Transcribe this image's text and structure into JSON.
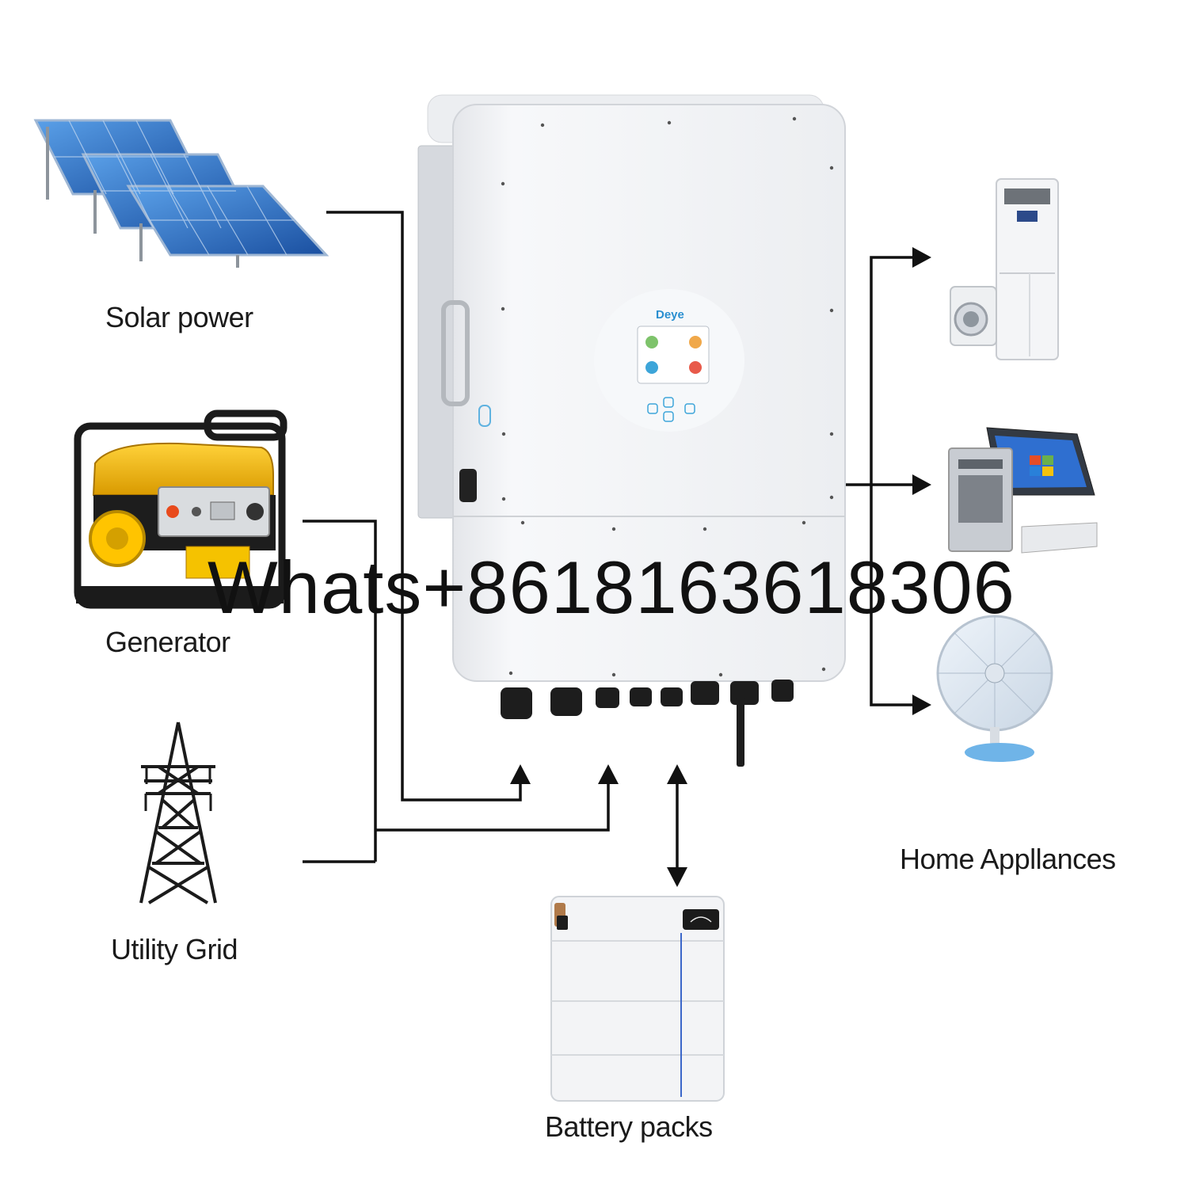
{
  "labels": {
    "solar": "Solar power",
    "generator": "Generator",
    "grid": "Utility Grid",
    "battery": "Battery packs",
    "appliances": "Home Appllances"
  },
  "inverter": {
    "brand": "Deye"
  },
  "watermark": "Whats+8618163618306",
  "colors": {
    "line": "#111111",
    "inverter_body": "#f1f2f4",
    "panel_blue": "#1f5fb8",
    "generator_yellow": "#f2b600",
    "screen_accent": "#3da5d9"
  }
}
